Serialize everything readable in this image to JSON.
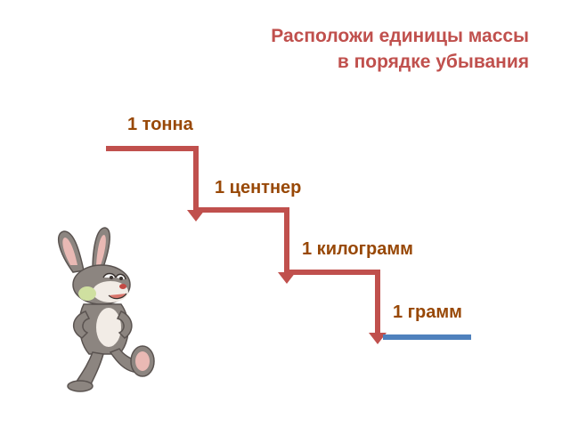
{
  "title": {
    "line1": "Расположи единицы массы",
    "line2": "в порядке убывания"
  },
  "steps": [
    {
      "label": "1 тонна"
    },
    {
      "label": "1 центнер"
    },
    {
      "label": "1 килограмм"
    },
    {
      "label": "1 грамм"
    }
  ],
  "colors": {
    "title": "#c0504d",
    "labels": "#984806",
    "staircase": "#c0504d",
    "final_step": "#4f81bd"
  },
  "illustration": {
    "icon": "rabbit-illustration"
  }
}
